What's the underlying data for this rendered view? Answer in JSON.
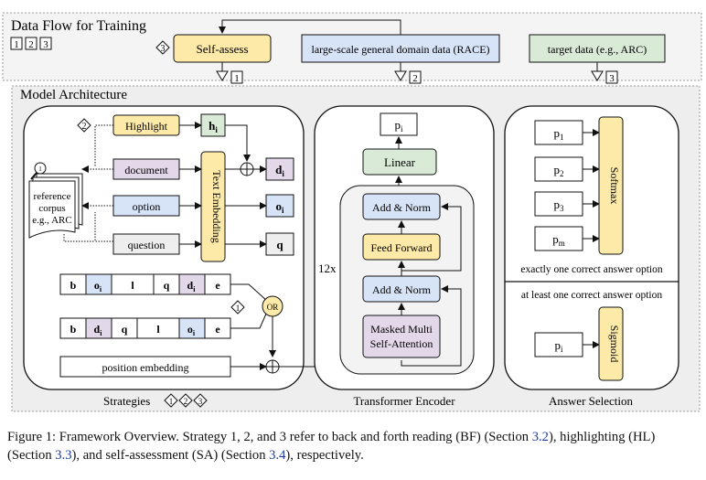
{
  "data_flow": {
    "title": "Data Flow for Training",
    "steps": [
      "1",
      "2",
      "3"
    ],
    "self_assess": {
      "label": "Self-assess",
      "badge": "3",
      "out_step": "1"
    },
    "general_data": {
      "label": "large-scale general domain data (RACE)",
      "out_step": "2"
    },
    "target_data": {
      "label": "target data (e.g., ARC)",
      "out_step": "3"
    }
  },
  "model": {
    "title": "Model Architecture",
    "strategies": {
      "caption": "Strategies",
      "caption_steps": [
        "1",
        "2",
        "3"
      ],
      "highlight": "Highlight",
      "highlight_badge": "2",
      "h_out": "h",
      "h_sub": "i",
      "document": "document",
      "option": "option",
      "question": "question",
      "text_embedding": "Text Embedding",
      "d_out": "d",
      "d_sub": "i",
      "o_out": "o",
      "o_sub": "i",
      "q_out": "q",
      "reference_corpus": [
        "reference",
        "corpus",
        "e.g., ARC"
      ],
      "search_badge": "1",
      "seq1": [
        "b",
        "o",
        "l",
        "q",
        "d",
        "e"
      ],
      "seq1_sub": [
        "",
        "i",
        "",
        "",
        "i",
        ""
      ],
      "seq2": [
        "b",
        "d",
        "q",
        "l",
        "o",
        "e"
      ],
      "seq2_sub": [
        "",
        "i",
        "",
        "",
        "i",
        ""
      ],
      "or_label": "OR",
      "or_badge": "1",
      "position_embedding": "position embedding"
    },
    "encoder": {
      "caption": "Transformer Encoder",
      "output": "p",
      "output_sub": "i",
      "linear": "Linear",
      "add_norm_top": "Add & Norm",
      "feed_forward": "Feed Forward",
      "add_norm_bottom": "Add & Norm",
      "attention": [
        "Masked Multi",
        "Self-Attention"
      ],
      "repeat": "12x"
    },
    "answer": {
      "caption": "Answer Selection",
      "inputs": [
        "p",
        "p",
        "p",
        "p"
      ],
      "input_subs": [
        "1",
        "2",
        "3",
        "m"
      ],
      "softmax": "Softmax",
      "exact_label": "exactly one correct answer option",
      "least_label": "at least one correct answer option",
      "sig_input": "p",
      "sig_input_sub": "i",
      "sigmoid": "Sigmoid"
    }
  },
  "figure_caption": {
    "prefix": "Figure 1: Framework Overview. Strategy 1, 2, and 3 refer to back and forth reading (BF) (Section ",
    "ref1": "3.2",
    "mid1": "), highlighting (HL) (Section ",
    "ref2": "3.3",
    "mid2": "), and self-assessment (SA) (Section ",
    "ref3": "3.4",
    "suffix": "), respectively."
  },
  "colors": {
    "yellow": "#fde9a8",
    "blue": "#d7e3f6",
    "green": "#d9ead7",
    "purple": "#e3d7ea",
    "panel_bg": "#eeeeee",
    "encoder_inner": "#f3f3f3",
    "link": "#1d3aa6"
  }
}
